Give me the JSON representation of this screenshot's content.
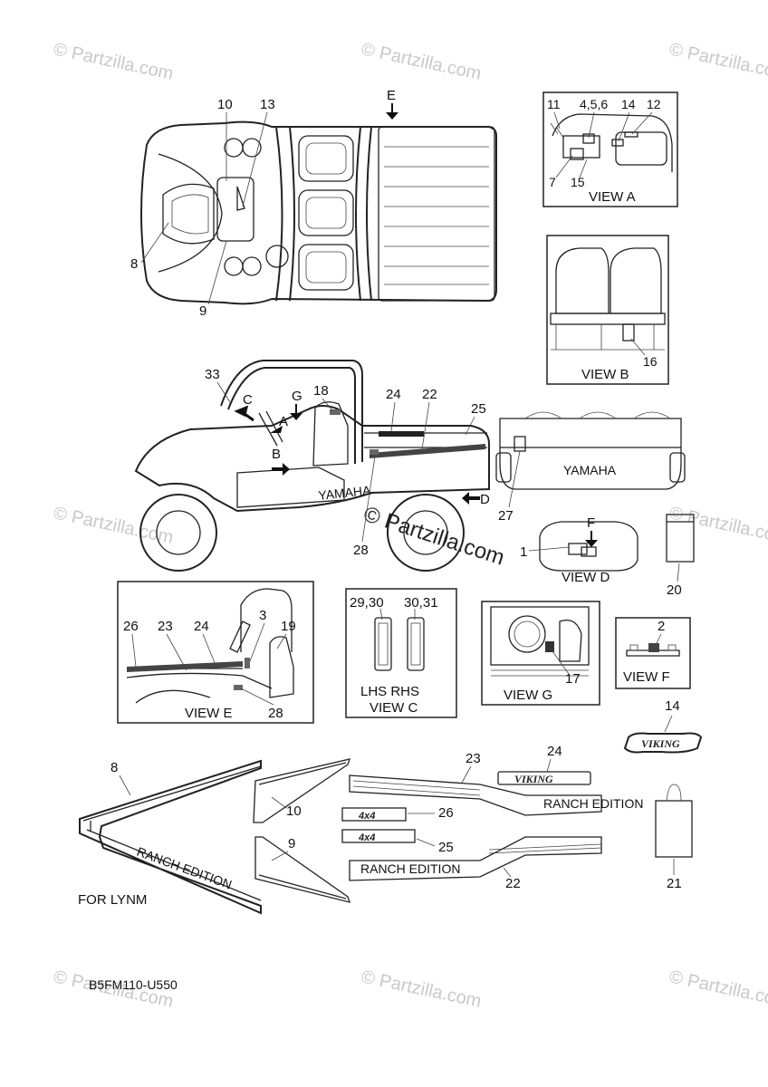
{
  "watermarks": {
    "tl": "© Partzilla.com",
    "tc": "© Partzilla.com",
    "tr": "© Partzilla.com",
    "ml": "© Partzilla.com",
    "mr": "© Partzilla.com",
    "bl": "© Partzilla.com",
    "bc": "© Partzilla.com",
    "br": "© Partzilla.com",
    "center": "© Partzilla.com"
  },
  "top_view": {
    "arrow_e": "E",
    "callouts": {
      "c10": "10",
      "c13": "13",
      "c8": "8",
      "c9": "9"
    }
  },
  "view_a": {
    "title": "VIEW A",
    "callouts": {
      "c11": "11",
      "c456": "4,5,6",
      "c14": "14",
      "c12": "12",
      "c7": "7",
      "c15": "15"
    }
  },
  "view_b": {
    "title": "VIEW B",
    "callouts": {
      "c16": "16"
    }
  },
  "side_view": {
    "arrows": {
      "c": "C",
      "g": "G",
      "a": "A",
      "b": "B",
      "d": "D"
    },
    "callouts": {
      "c33": "33",
      "c18": "18",
      "c24": "24",
      "c22": "22",
      "c25": "25",
      "c28": "28"
    },
    "brand": "YAMAHA"
  },
  "rear_view": {
    "brand": "YAMAHA",
    "callouts": {
      "c27": "27"
    }
  },
  "view_d": {
    "title": "VIEW D",
    "arrow_f": "F",
    "callouts": {
      "c1": "1"
    }
  },
  "part20": {
    "callouts": {
      "c20": "20"
    }
  },
  "view_e": {
    "title": "VIEW E",
    "callouts": {
      "c26": "26",
      "c23": "23",
      "c24": "24",
      "c3": "3",
      "c19": "19",
      "c28": "28"
    }
  },
  "view_c": {
    "title": "VIEW C",
    "sides": "LHS RHS",
    "callouts": {
      "c2930": "29,30",
      "c3031": "30,31"
    }
  },
  "view_g": {
    "title": "VIEW G",
    "callouts": {
      "c17": "17"
    }
  },
  "view_f": {
    "title": "VIEW F",
    "callouts": {
      "c2": "2"
    }
  },
  "emblem14": {
    "callout": "14",
    "text": "VIKING"
  },
  "decals": {
    "callouts": {
      "c8": "8",
      "c10": "10",
      "c9": "9",
      "c23": "23",
      "c24": "24",
      "c26": "26",
      "c25": "25",
      "c22": "22",
      "c21": "21"
    },
    "viking_text": "VIKING",
    "ranch_text": "RANCH EDITION",
    "fourx4": "4x4",
    "for_lynm": "FOR LYNM"
  },
  "part_code": "B5FM110-U550"
}
